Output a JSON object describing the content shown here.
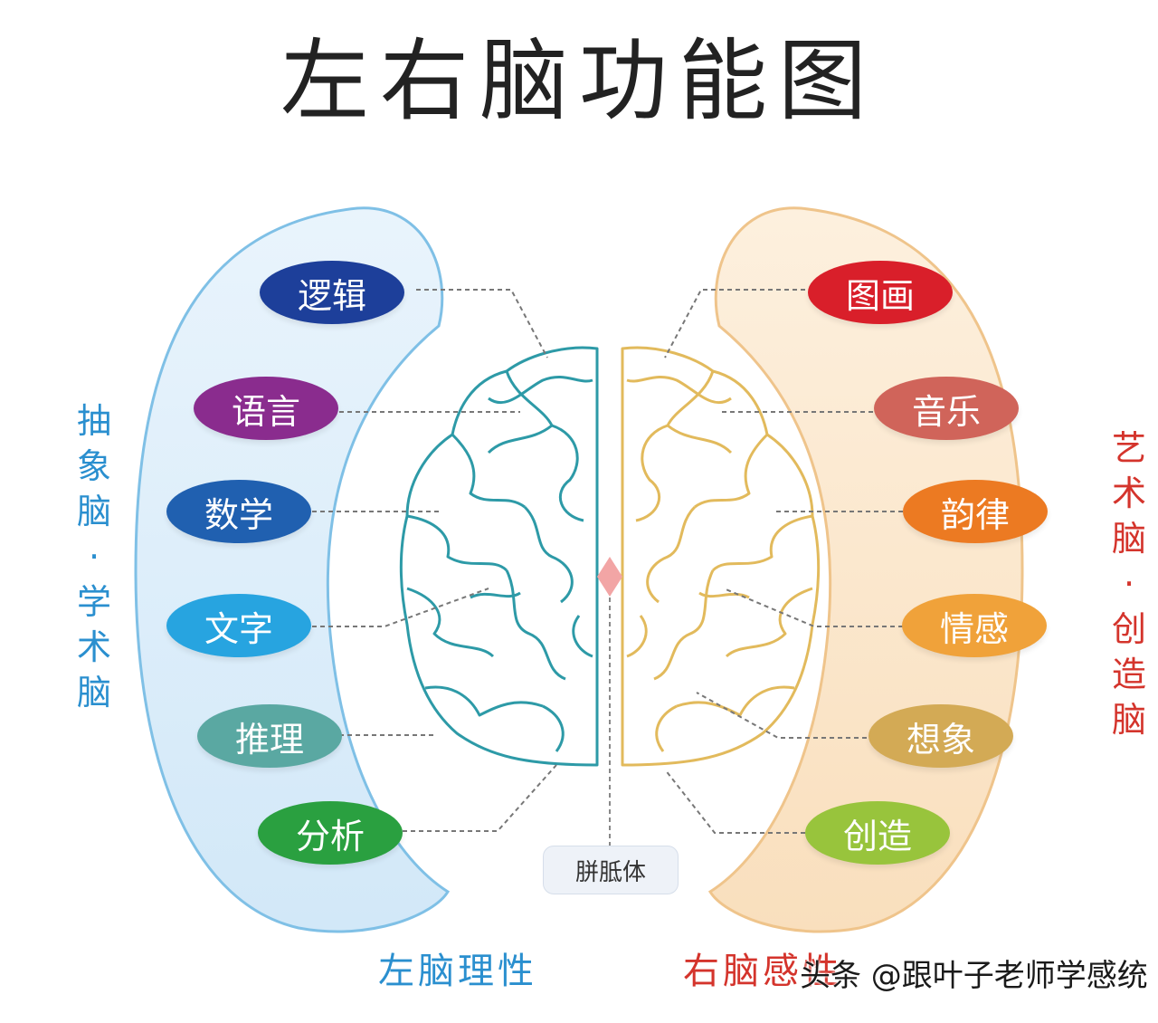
{
  "title": "左右脑功能图",
  "left": {
    "side_label": "抽象脑·学术脑",
    "bottom_label": "左脑理性",
    "items": [
      {
        "label": "逻辑",
        "color": "#1d3f9a"
      },
      {
        "label": "语言",
        "color": "#8a2c8e"
      },
      {
        "label": "数学",
        "color": "#2060b0"
      },
      {
        "label": "文字",
        "color": "#27a4e0"
      },
      {
        "label": "推理",
        "color": "#5aa8a2"
      },
      {
        "label": "分析",
        "color": "#2aa040"
      }
    ],
    "panel_color": "#dcecf9",
    "border_color": "#7fc0e6",
    "text_color": "#2a8fcf"
  },
  "right": {
    "side_label": "艺术脑·创造脑",
    "bottom_label": "右脑感性",
    "items": [
      {
        "label": "图画",
        "color": "#d91f2a"
      },
      {
        "label": "音乐",
        "color": "#d0645a"
      },
      {
        "label": "韵律",
        "color": "#ec7a22"
      },
      {
        "label": "情感",
        "color": "#f0a23a"
      },
      {
        "label": "想象",
        "color": "#d3aa55"
      },
      {
        "label": "创造",
        "color": "#98c43c"
      }
    ],
    "panel_color": "#fbe8cf",
    "border_color": "#efc48b",
    "text_color": "#d4342c"
  },
  "corpus_label": "胼胝体",
  "watermark": "头条 @跟叶子老师学感统"
}
